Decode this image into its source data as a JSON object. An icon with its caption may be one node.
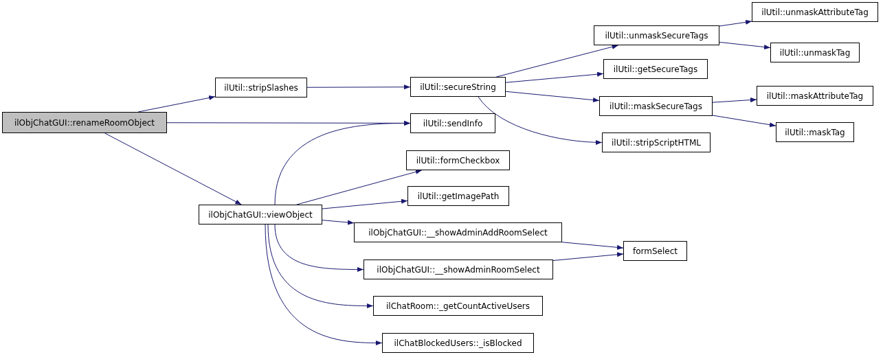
{
  "diagram": {
    "nodes": [
      {
        "text": [
          "ilObjChatGUI::renameRoomObject"
        ]
      },
      {
        "text": [
          "ilUtil::stripSlashes"
        ]
      },
      {
        "text": [
          "ilUtil::sendInfo"
        ]
      },
      {
        "text": [
          "ilObjChatGUI::viewObject"
        ]
      },
      {
        "text": [
          "ilUtil::secureString"
        ]
      },
      {
        "text": [
          "ilUtil::formCheckbox"
        ]
      },
      {
        "text": [
          "ilUtil::getImagePath"
        ]
      },
      {
        "text": [
          "ilObjChatGUI::__showAdminAddRoomSelect"
        ]
      },
      {
        "text": [
          "ilObjChatGUI::__showAdminRoomSelect"
        ]
      },
      {
        "text": [
          "ilChatRoom::_getCountActiveUsers"
        ]
      },
      {
        "text": [
          "ilChatBlockedUsers::_isBlocked"
        ]
      },
      {
        "text": [
          "ilUtil::unmaskSecureTags"
        ]
      },
      {
        "text": [
          "ilUtil::getSecureTags"
        ]
      },
      {
        "text": [
          "ilUtil::maskSecureTags"
        ]
      },
      {
        "text": [
          "ilUtil::stripScriptHTML"
        ]
      },
      {
        "text": [
          "formSelect"
        ]
      },
      {
        "text": [
          "ilUtil::unmaskAttributeTag"
        ]
      },
      {
        "text": [
          "ilUtil::unmaskTag"
        ]
      },
      {
        "text": [
          "ilUtil::maskAttributeTag"
        ]
      },
      {
        "text": [
          "ilUtil::maskTag"
        ]
      }
    ],
    "edges": [
      {
        "from": 0,
        "to": 1,
        "arrow": "to"
      },
      {
        "from": 0,
        "to": 2,
        "arrow": "to"
      },
      {
        "from": 0,
        "to": 3,
        "arrow": "to"
      },
      {
        "from": 1,
        "to": 4,
        "arrow": "to"
      },
      {
        "from": 3,
        "to": 2,
        "arrow": "to"
      },
      {
        "from": 3,
        "to": 5,
        "arrow": "to"
      },
      {
        "from": 3,
        "to": 6,
        "arrow": "to"
      },
      {
        "from": 3,
        "to": 7,
        "arrow": "to"
      },
      {
        "from": 3,
        "to": 8,
        "arrow": "to"
      },
      {
        "from": 3,
        "to": 9,
        "arrow": "to"
      },
      {
        "from": 3,
        "to": 10,
        "arrow": "to"
      },
      {
        "from": 4,
        "to": 11,
        "arrow": "to"
      },
      {
        "from": 4,
        "to": 12,
        "arrow": "to"
      },
      {
        "from": 4,
        "to": 13,
        "arrow": "to"
      },
      {
        "from": 4,
        "to": 14,
        "arrow": "to"
      },
      {
        "from": 7,
        "to": 15,
        "arrow": "to"
      },
      {
        "from": 8,
        "to": 15,
        "arrow": "to"
      },
      {
        "from": 11,
        "to": 16,
        "arrow": "to"
      },
      {
        "from": 11,
        "to": 17,
        "arrow": "to"
      },
      {
        "from": 13,
        "to": 18,
        "arrow": "to"
      },
      {
        "from": 13,
        "to": 19,
        "arrow": "to"
      }
    ]
  }
}
